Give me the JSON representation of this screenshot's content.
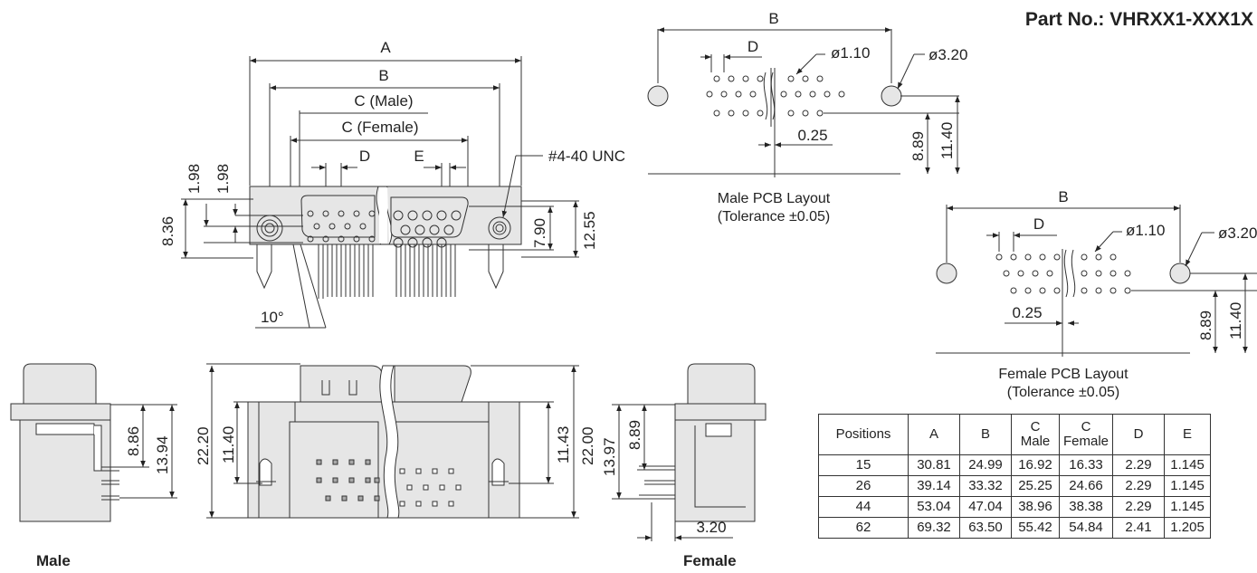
{
  "part_number": "Part No.: VHRXX1-XXX1X",
  "front_view": {
    "dim_a": "A",
    "dim_b": "B",
    "dim_c_male": "C (Male)",
    "dim_c_female": "C (Female)",
    "dim_d": "D",
    "dim_e": "E",
    "thread": "#4-40 UNC",
    "dim_198_a": "1.98",
    "dim_198_b": "1.98",
    "dim_836": "8.36",
    "dim_790": "7.90",
    "dim_1255": "12.55",
    "angle": "10°"
  },
  "male_pcb": {
    "dim_b": "B",
    "dim_d": "D",
    "hole_small": "ø1.10",
    "hole_large": "ø3.20",
    "dim_025": "0.25",
    "dim_889": "8.89",
    "dim_1140": "11.40",
    "caption_line1": "Male PCB Layout",
    "caption_line2": "(Tolerance ±0.05)"
  },
  "female_pcb": {
    "dim_b": "B",
    "dim_d": "D",
    "hole_small": "ø1.10",
    "hole_large": "ø3.20",
    "dim_025": "0.25",
    "dim_889": "8.89",
    "dim_1140": "11.40",
    "caption_line1": "Female PCB Layout",
    "caption_line2": "(Tolerance ±0.05)"
  },
  "side_male": {
    "dim_886": "8.86",
    "dim_1394": "13.94",
    "label": "Male"
  },
  "bottom_view": {
    "dim_2220": "22.20",
    "dim_1140": "11.40",
    "dim_1143": "11.43",
    "dim_2200": "22.00"
  },
  "side_female": {
    "dim_1397": "13.97",
    "dim_889": "8.89",
    "dim_320": "3.20",
    "label": "Female"
  },
  "table": {
    "headers": [
      "Positions",
      "A",
      "B",
      "C\nMale",
      "C\nFemale",
      "D",
      "E"
    ],
    "rows": [
      [
        "15",
        "30.81",
        "24.99",
        "16.92",
        "16.33",
        "2.29",
        "1.145"
      ],
      [
        "26",
        "39.14",
        "33.32",
        "25.25",
        "24.66",
        "2.29",
        "1.145"
      ],
      [
        "44",
        "53.04",
        "47.04",
        "38.96",
        "38.38",
        "2.29",
        "1.145"
      ],
      [
        "62",
        "69.32",
        "63.50",
        "55.42",
        "54.84",
        "2.41",
        "1.205"
      ]
    ]
  }
}
